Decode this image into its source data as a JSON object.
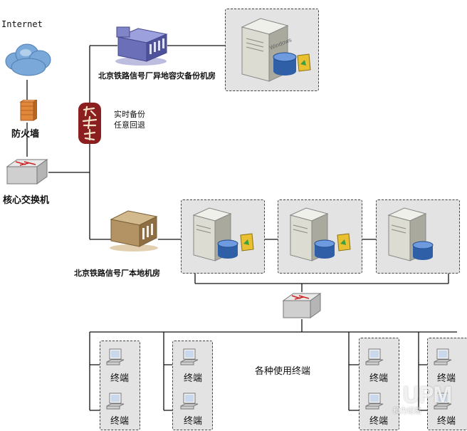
{
  "labels": {
    "internet": "Internet",
    "firewall": "防火墙",
    "core_switch": "核心交换机",
    "backup_room": "北京铁路信号厂异地容灾备份机房",
    "backup_note_line1": "实时备份",
    "backup_note_line2": "任意回退",
    "local_room": "北京铁路信号厂本地机房",
    "terminals_caption": "各种使用终端",
    "terminal": "终端",
    "server_os": "Windows",
    "watermark_brand": "UPM",
    "watermark_sub": "和力记易"
  },
  "terminal_groups": [
    {
      "top": "终端",
      "bottom": "终端"
    },
    {
      "top": "终端",
      "bottom": "终端"
    },
    {
      "top": "终端",
      "bottom": "终端"
    },
    {
      "top": "终端",
      "bottom": "终端"
    }
  ],
  "colors": {
    "line": "#111111",
    "box_fill": "#e3e3e3",
    "cloud": "#6f9fd3",
    "firewall": "#e0873a",
    "switch_arrow": "#cc2222",
    "seal": "#8b1f1f",
    "db_blue": "#2f5fa6",
    "building_backup": "#6a6fb8",
    "building_local": "#b39264"
  },
  "icons": {
    "cloud": "cloud-icon",
    "firewall": "firewall-icon",
    "switch": "switch-icon",
    "building": "building-icon",
    "server": "server-icon",
    "database": "database-icon",
    "folder": "folder-icon",
    "seal": "seal-icon",
    "computer": "computer-icon"
  }
}
